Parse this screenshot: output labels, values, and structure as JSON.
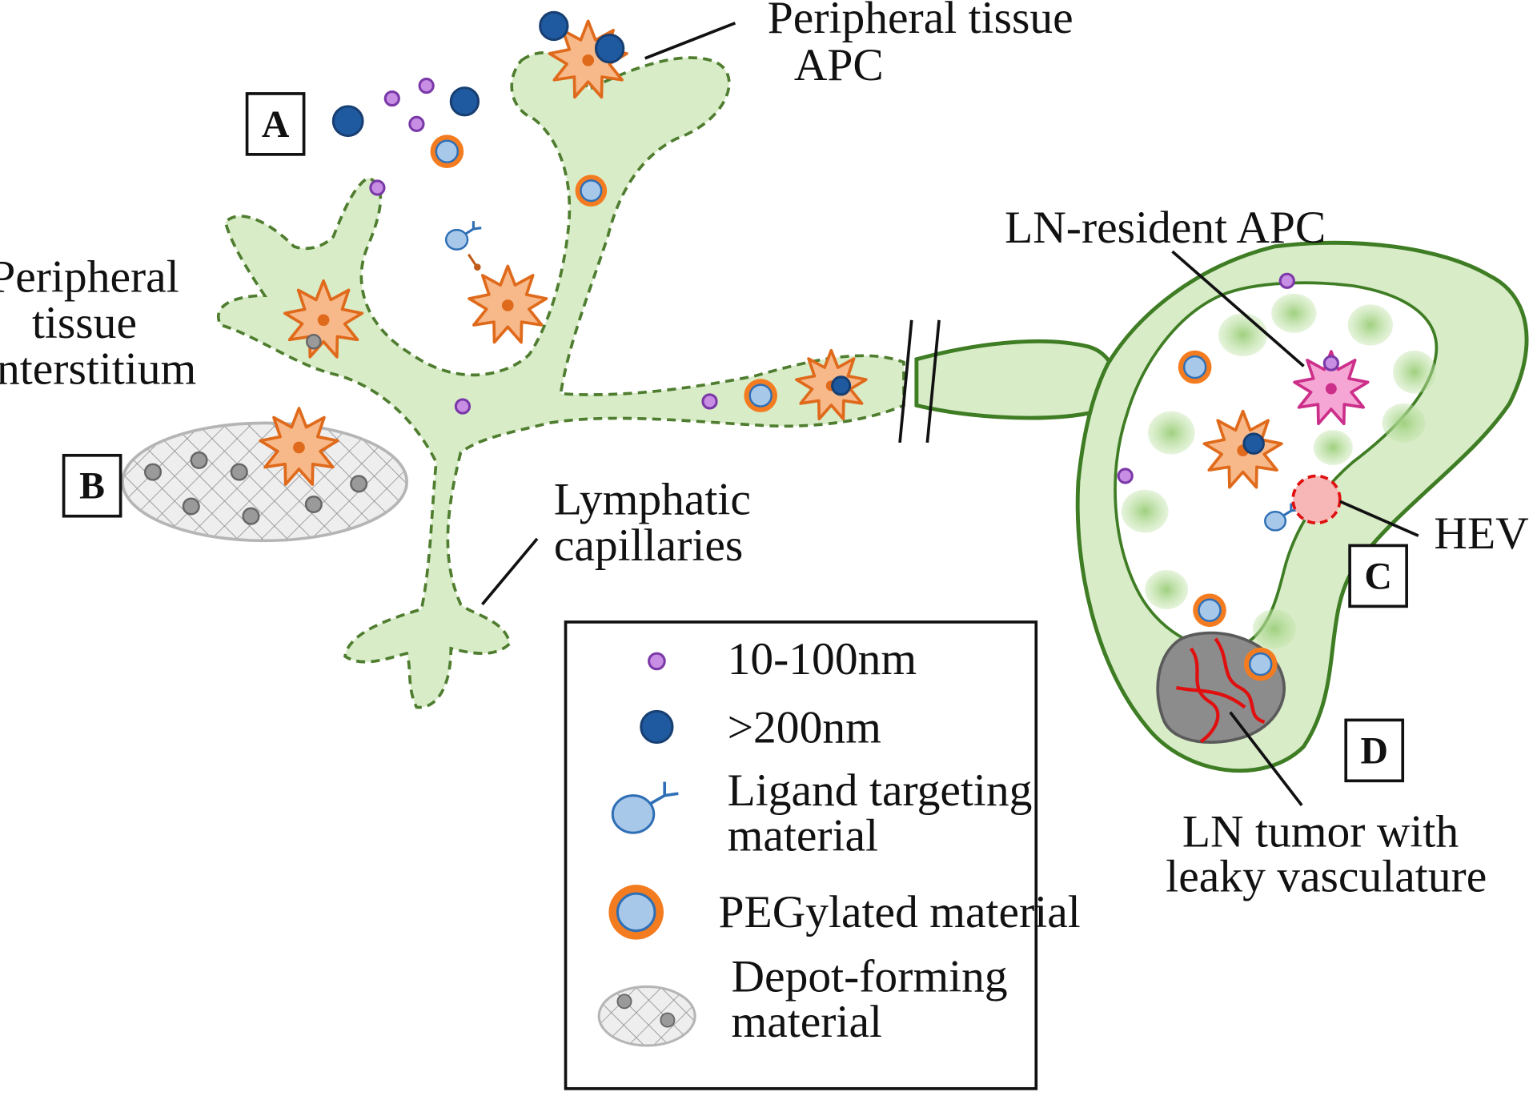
{
  "labels": {
    "peripheral_tissue_apc": [
      "Peripheral tissue",
      "APC"
    ],
    "peripheral_tissue_interstitium": [
      "Peripheral",
      "tissue",
      "interstitium"
    ],
    "lymphatic_capillaries": [
      "Lymphatic",
      "capillaries"
    ],
    "ln_resident_apc": "LN-resident APC",
    "hev": "HEV",
    "ln_tumor": [
      "LN tumor with",
      "leaky vasculature"
    ]
  },
  "panel_letters": [
    "A",
    "B",
    "C",
    "D"
  ],
  "legend": [
    {
      "icon": "small-particle-icon",
      "lines": [
        "10-100nm"
      ]
    },
    {
      "icon": "large-particle-icon",
      "lines": [
        ">200nm"
      ]
    },
    {
      "icon": "ligand-particle-icon",
      "lines": [
        "Ligand targeting",
        "material"
      ]
    },
    {
      "icon": "pegylated-particle-icon",
      "lines": [
        "PEGylated material"
      ]
    },
    {
      "icon": "depot-icon",
      "lines": [
        "Depot-forming",
        "material"
      ]
    }
  ],
  "colors": {
    "vessel_fill": "#d8ecc8",
    "vessel_stroke": "#4f7d2f",
    "follicle": "#a8d48c",
    "apc_fill": "#f7b98a",
    "apc_stroke": "#e06a1b",
    "resident_apc_fill": "#f6a6d4",
    "resident_apc_stroke": "#cc2f8a",
    "small_particle": "#c78ee3",
    "large_particle": "#1f5aa0",
    "pegylated_ring": "#f47c20",
    "pegylated_core": "#a8c8ea",
    "hev": "#f7b7b7",
    "tumor": "#8c8c8c",
    "tumor_vessels": "#e01010",
    "depot": "#e2e2e2"
  }
}
